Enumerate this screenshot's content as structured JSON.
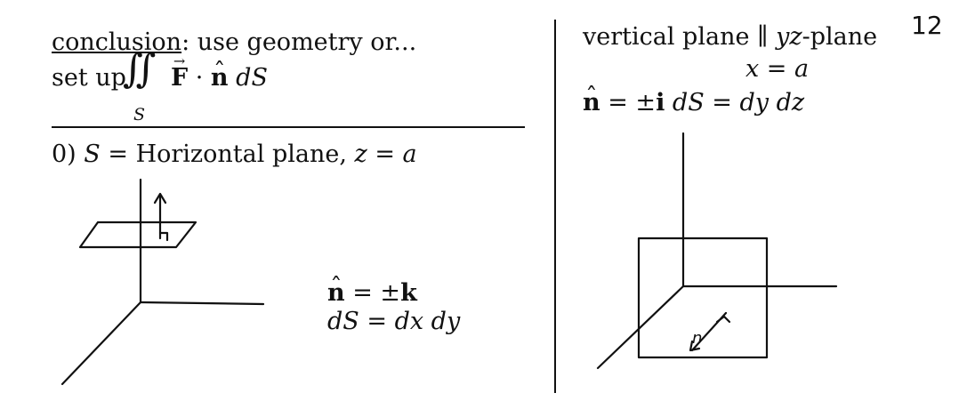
{
  "page_number": "12",
  "left": {
    "conclusion_label": "conclusion",
    "conclusion_rest": ": use geometry or...",
    "setup_prefix": "set up ",
    "integral_symbol": "∬",
    "integral_sub": "S",
    "vec_F": "F",
    "dot": " · ",
    "n_hat": "n",
    "dS_d": " d",
    "dS_S": "S",
    "case_prefix": "0) ",
    "case_S": "S",
    "case_eq": " = Horizontal plane, ",
    "case_z": "z",
    "case_eq2": " = ",
    "case_a": "a",
    "normal_n": "n",
    "normal_eq": " = ±",
    "normal_k": "k",
    "dS_line_d": "d",
    "dS_line_rest": "S = dx dy"
  },
  "right": {
    "heading_pre": "vertical plane ",
    "heading_par": "∥ ",
    "heading_yz": "yz",
    "heading_post": "-plane",
    "x_eq": "x = a",
    "n_pre": "n",
    "n_eq": " = ±",
    "n_i": "i",
    "n_post": " dS = dy dz",
    "hand_label": "n"
  }
}
